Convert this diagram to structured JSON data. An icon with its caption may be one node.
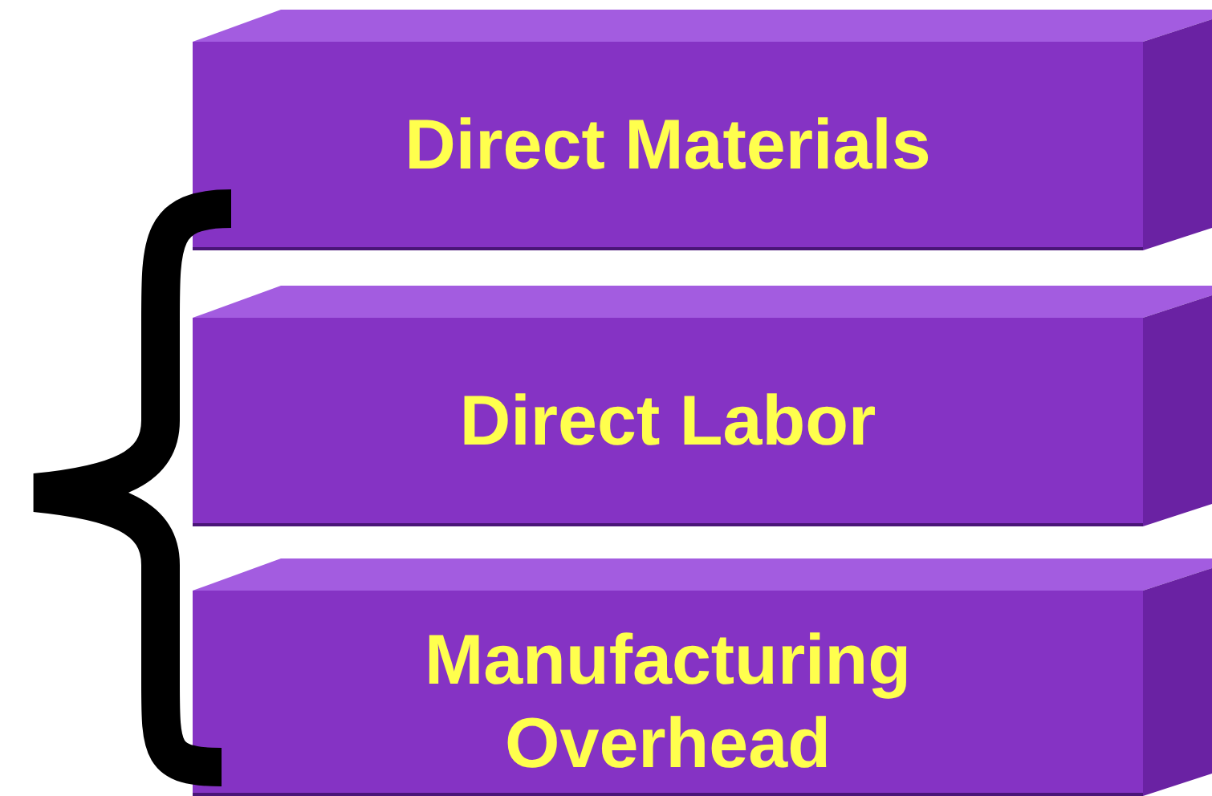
{
  "diagram": {
    "nodes": [
      {
        "text": [
          "Direct Materials"
        ]
      },
      {
        "text": [
          "Direct Labor"
        ]
      },
      {
        "text": [
          "Manufacturing Overhead"
        ]
      }
    ]
  }
}
